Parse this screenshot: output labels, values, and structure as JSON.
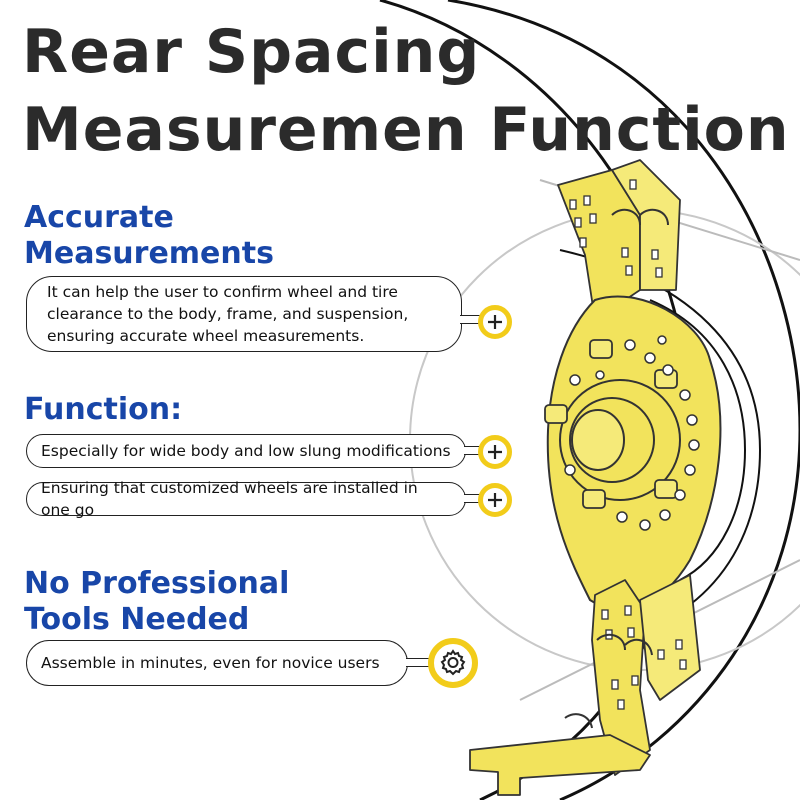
{
  "title": {
    "line1": "Rear Spacing",
    "line2": "Measuremen Function"
  },
  "sections": [
    {
      "heading": [
        "Accurate",
        "Measurements"
      ],
      "items": [
        {
          "text": [
            "It can help the user to confirm wheel and tire",
            "clearance to the body, frame, and suspension,",
            "ensuring accurate wheel measurements."
          ],
          "icon": "plus-icon"
        }
      ]
    },
    {
      "heading": [
        "Function:"
      ],
      "items": [
        {
          "text": [
            "Especially for wide body and low slung modifications"
          ],
          "icon": "plus-icon"
        },
        {
          "text": [
            "Ensuring that customized wheels are installed in one go"
          ],
          "icon": "plus-icon"
        }
      ]
    },
    {
      "heading": [
        "No Professional",
        "Tools Needed"
      ],
      "items": [
        {
          "text": [
            "Assemble in minutes, even for novice users"
          ],
          "icon": "gear-icon"
        }
      ]
    }
  ],
  "colors": {
    "title": "#2b2b2b",
    "heading": "#1846a8",
    "accent": "#f2cc1a",
    "tool_fill": "#f2e35c",
    "outline": "#222222"
  }
}
